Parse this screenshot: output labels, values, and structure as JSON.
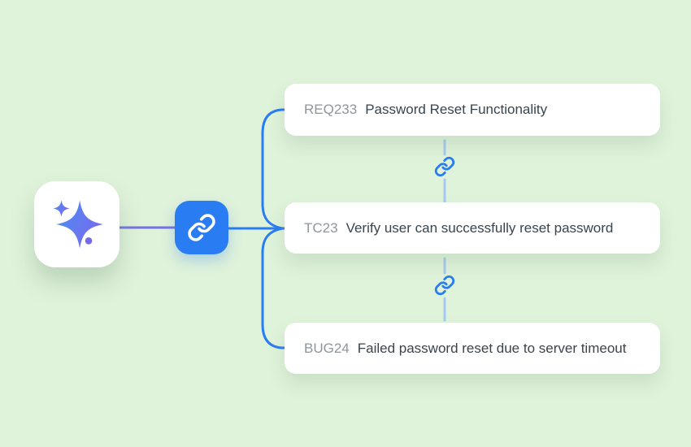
{
  "diagram": {
    "description": "traceability-link-map",
    "source_node": {
      "icon": "sparkle-icon"
    },
    "hub_node": {
      "icon": "link-icon"
    }
  },
  "cards": [
    {
      "id": "REQ233",
      "title": "Password Reset Functionality"
    },
    {
      "id": "TC23",
      "title": "Verify user can successfully reset password"
    },
    {
      "id": "BUG24",
      "title": "Failed password reset due to server timeout"
    }
  ],
  "colors": {
    "background": "#dff2da",
    "accent_blue": "#2a7cf2",
    "light_link_line": "#a5c9f1",
    "purple_line": "#7673e3",
    "id_text": "#8e969d",
    "title_text": "#39444e",
    "sparkle_gradient_start": "#4a8df2",
    "sparkle_gradient_end": "#7e66ee",
    "card_bg": "#ffffff"
  }
}
